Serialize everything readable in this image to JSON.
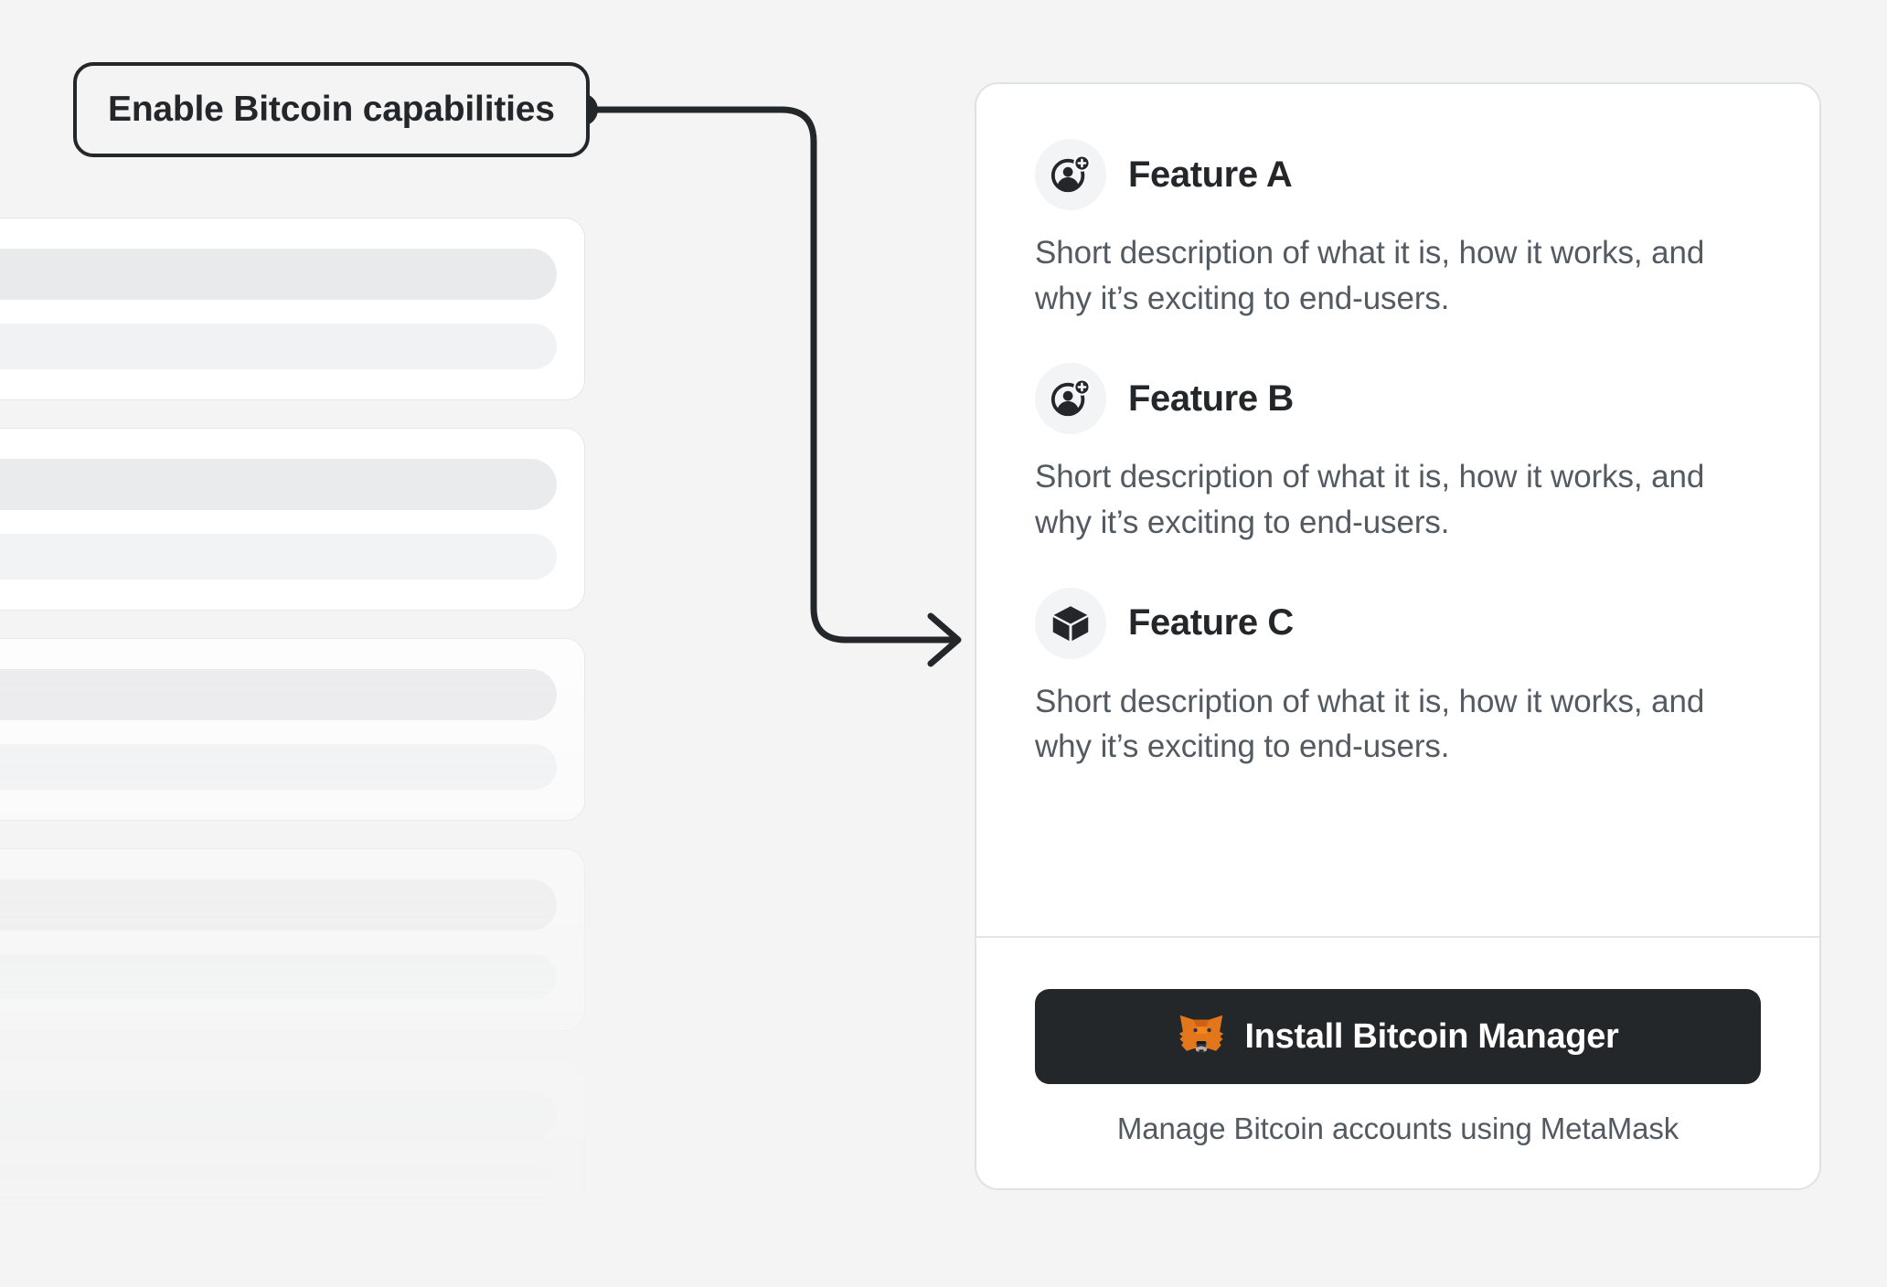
{
  "page": {
    "background_color": "#f4f4f4",
    "accent_dark": "#24272a",
    "muted_text": "#535a61",
    "border_color": "#dfe2e5",
    "icon_bg": "#f2f4f6"
  },
  "callout": {
    "label": "Enable Bitcoin capabilities",
    "connector_icon": "arrow-connector-icon",
    "dot_icon": "connector-dot-icon"
  },
  "skeleton": {
    "placeholder_count": 5,
    "rows_per_card": 2
  },
  "card": {
    "features": [
      {
        "icon": "account-plus-icon",
        "title": "Feature A",
        "description": "Short description of what it is, how it works, and why it’s exciting to end-users."
      },
      {
        "icon": "account-plus-icon",
        "title": "Feature B",
        "description": "Short description of what it is, how it works, and why it’s exciting to end-users."
      },
      {
        "icon": "cube-icon",
        "title": "Feature C",
        "description": "Short description of what it is, how it works, and why it’s exciting to end-users."
      }
    ],
    "footer": {
      "install_button_label": "Install Bitcoin Manager",
      "install_button_icon": "metamask-fox-icon",
      "install_button_color": "#24272a",
      "caption": "Manage Bitcoin accounts using MetaMask"
    }
  }
}
